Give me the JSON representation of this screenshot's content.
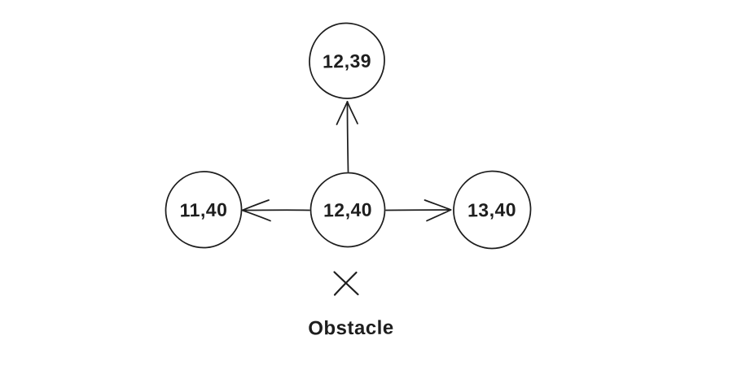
{
  "diagram": {
    "background": "#ffffff",
    "stroke_color": "#1e1e1e",
    "nodes": [
      {
        "id": "12,39",
        "label": "12,39"
      },
      {
        "id": "11,40",
        "label": "11,40"
      },
      {
        "id": "12,40",
        "label": "12,40"
      },
      {
        "id": "13,40",
        "label": "13,40"
      }
    ],
    "edges": [
      {
        "from": "12,40",
        "to": "12,39",
        "direction": "up"
      },
      {
        "from": "12,40",
        "to": "11,40",
        "direction": "left"
      },
      {
        "from": "12,40",
        "to": "13,40",
        "direction": "right"
      }
    ],
    "obstacle": {
      "marker": "x-mark",
      "label": "Obstacle"
    }
  }
}
